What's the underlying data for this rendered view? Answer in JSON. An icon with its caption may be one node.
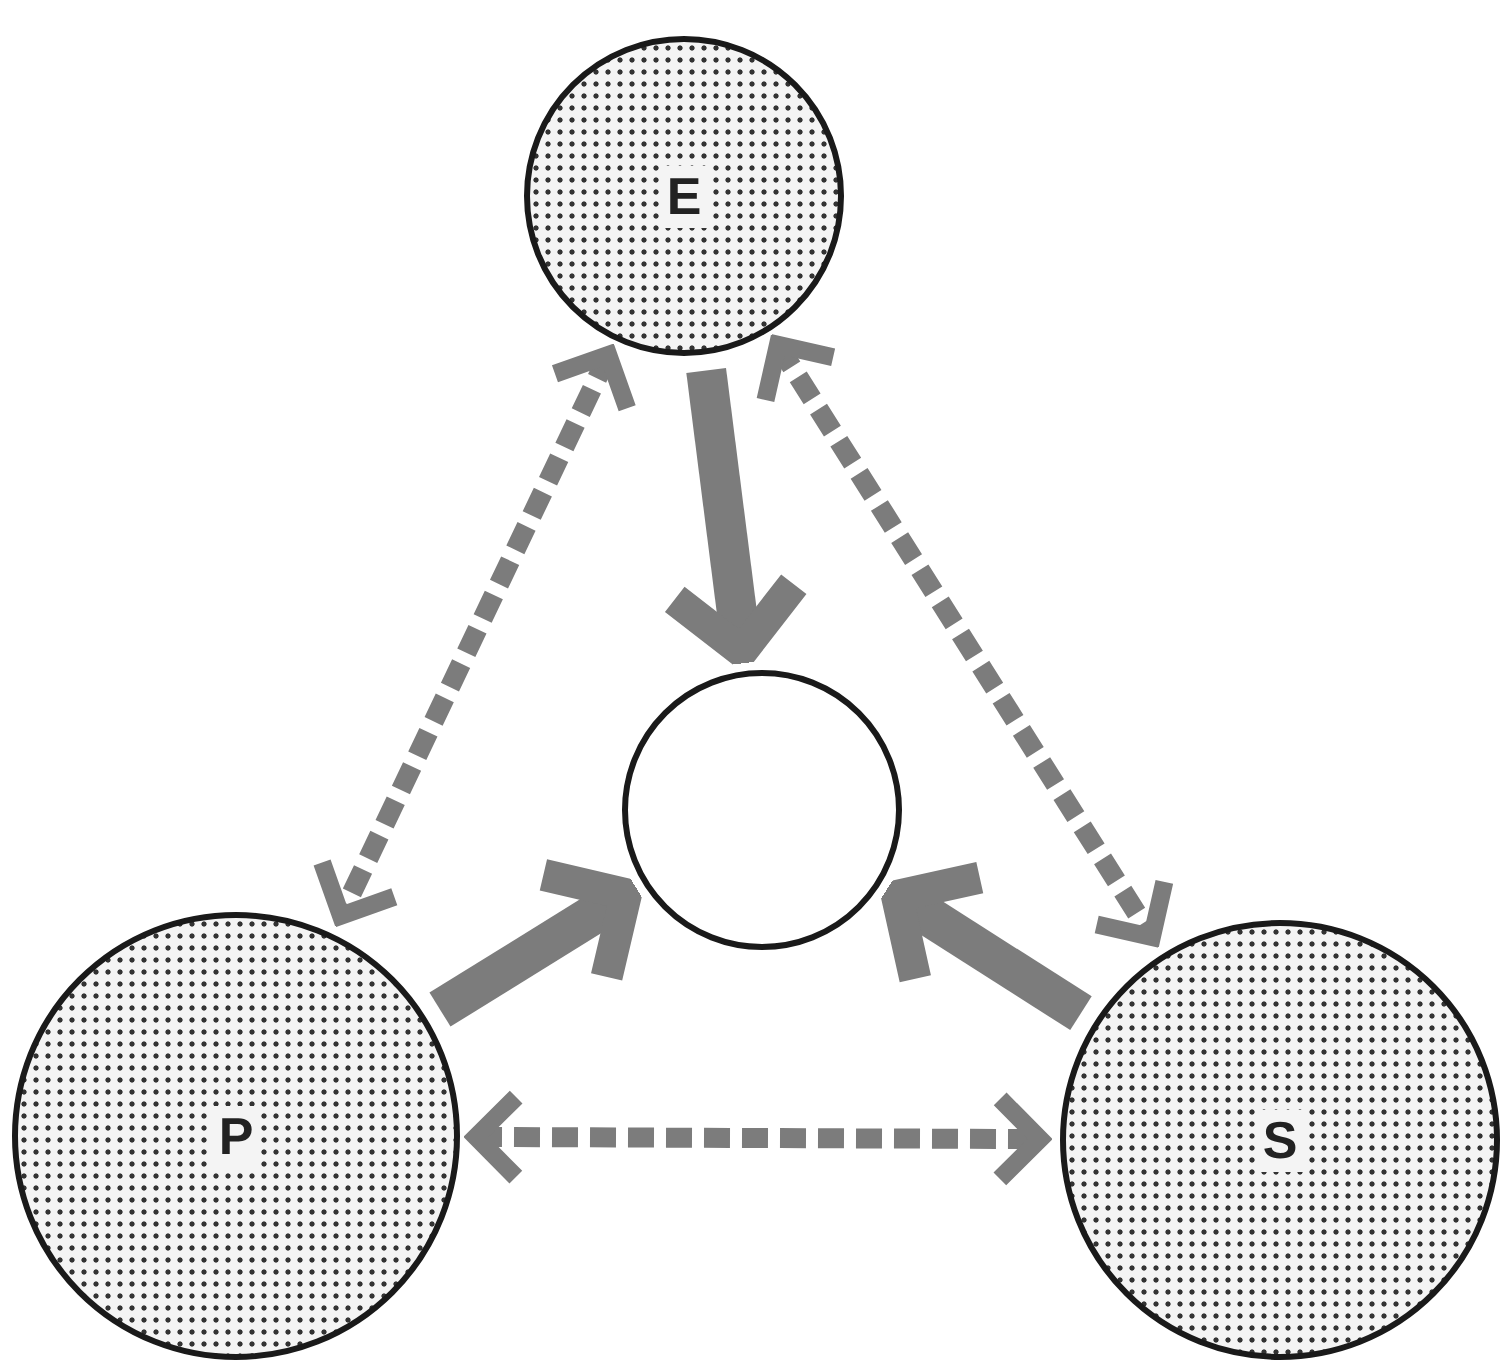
{
  "diagram": {
    "nodes": [
      {
        "text": [
          "E"
        ]
      },
      {
        "text": [],
        "shape": "circle"
      },
      {
        "text": [
          "P"
        ]
      },
      {
        "text": [
          "S"
        ]
      }
    ],
    "edges": [
      {
        "from": 0,
        "to": 1,
        "arrow": "to",
        "style": "thick"
      },
      {
        "from": 2,
        "to": 1,
        "arrow": "to",
        "style": "thick"
      },
      {
        "from": 3,
        "to": 1,
        "arrow": "to",
        "style": "thick"
      },
      {
        "from": 0,
        "to": 2,
        "arrow": "both",
        "style": "dashed"
      },
      {
        "from": 0,
        "to": 3,
        "arrow": "both",
        "style": "dashed"
      },
      {
        "from": 2,
        "to": 3,
        "arrow": "both",
        "style": "dashed"
      }
    ]
  }
}
